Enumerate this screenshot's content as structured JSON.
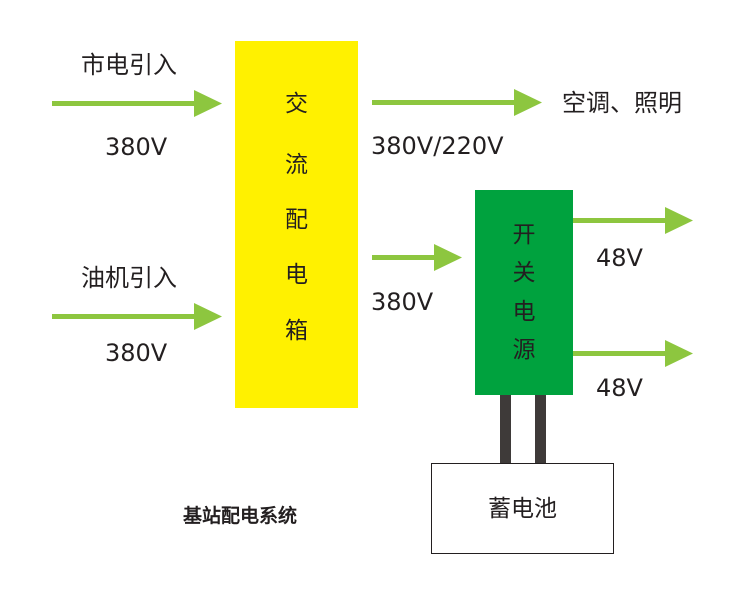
{
  "colors": {
    "ac_box_fill": "#fff100",
    "psu_box_fill": "#00a23e",
    "arrow": "#8dc63f",
    "cable": "#3e3a39",
    "text": "#231f20"
  },
  "inputs": {
    "mains": {
      "label": "市电引入",
      "voltage": "380V"
    },
    "generator": {
      "label": "油机引入",
      "voltage": "380V"
    }
  },
  "ac_distribution_box": {
    "chars": [
      "交",
      "流",
      "配",
      "电",
      "箱"
    ]
  },
  "outputs": {
    "hvac_lighting": {
      "label": "空调、照明",
      "voltage": "380V/220V"
    },
    "to_psu_voltage": "380V"
  },
  "switching_power_supply": {
    "chars": [
      "开",
      "关",
      "电",
      "源"
    ],
    "outputs": [
      "48V",
      "48V"
    ]
  },
  "battery": {
    "label": "蓄电池"
  },
  "title": "基站配电系统"
}
